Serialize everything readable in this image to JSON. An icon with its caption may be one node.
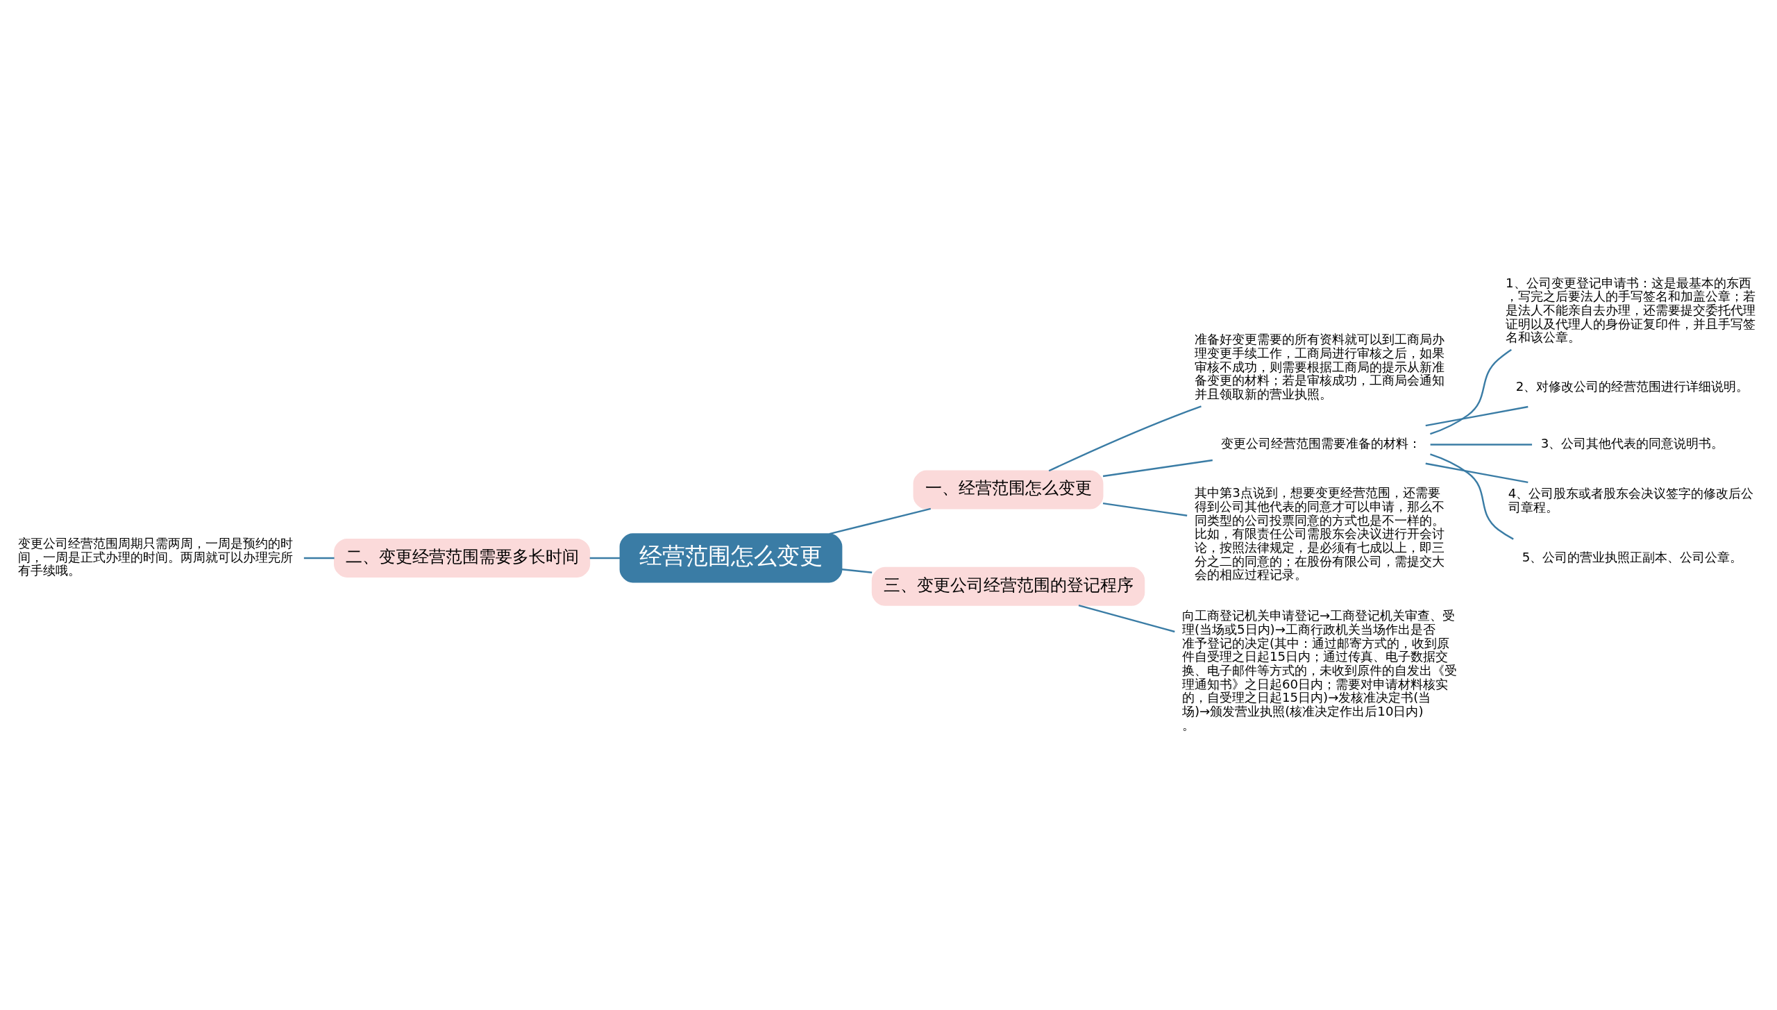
{
  "diagram": {
    "nodes": [
      {
        "text": [
          "经营范围怎么变更"
        ]
      },
      {
        "text": [
          "一、经营范围怎么变更"
        ]
      },
      {
        "text": [
          "准备好变更需要的所有资料就可以到工商局办理变更手续工作，工商局进行审核之后，如果审核不成功，则需要根据工商局的提示从新准备变更的材料；若是审核成功，工商局会通知并且领取新的营业执照。"
        ]
      },
      {
        "text": [
          "变更公司经营范围需要准备的材料："
        ]
      },
      {
        "text": [
          "1、公司变更登记申请书：这是最基本的东西，写完之后要法人的手写签名和加盖公章；若是法人不能亲自去办理，还需要提交委托代理证明以及代理人的身份证复印件，并且手写签名和该公章。"
        ]
      },
      {
        "text": [
          "2、对修改公司的经营范围进行详细说明。"
        ]
      },
      {
        "text": [
          "3、公司其他代表的同意说明书。"
        ]
      },
      {
        "text": [
          "4、公司股东或者股东会决议签字的修改后公司章程。"
        ]
      },
      {
        "text": [
          "5、公司的营业执照正副本、公司公章。"
        ]
      },
      {
        "text": [
          "其中第3点说到，想要变更经营范围，还需要得到公司其他代表的同意才可以申请，那么不同类型的公司投票同意的方式也是不一样的。比如，有限责任公司需股东会决议进行开会讨论，按照法律规定，是必须有七成以上，即三分之二的同意的；在股份有限公司，需提交大会的相应过程记录。"
        ]
      },
      {
        "text": [
          "二、变更经营范围需要多长时间"
        ]
      },
      {
        "text": [
          "变更公司经营范围周期只需两周，一周是预约的时间，一周是正式办理的时间。两周就可以办理完所有手续哦。"
        ]
      },
      {
        "text": [
          "三、变更公司经营范围的登记程序"
        ]
      },
      {
        "text": [
          "向工商登记机关申请登记→工商登记机关审查、受理(当场或5日内)→工商行政机关当场作出是否准予登记的决定(其中：通过邮寄方式的，收到原件自受理之日起15日内；通过传真、电子数据交换、电子邮件等方式的，未收到原件的自发出《受理通知书》之日起60日内；需要对申请材料核实的，自受理之日起15日内)→发核准决定书(当场)→颁发营业执照(核准决定作出后10日内)。"
        ]
      }
    ],
    "edges": [
      {
        "from": 0,
        "to": 1,
        "arrow": "none"
      },
      {
        "from": 1,
        "to": 2,
        "arrow": "none"
      },
      {
        "from": 1,
        "to": 3,
        "arrow": "none"
      },
      {
        "from": 3,
        "to": 4,
        "arrow": "none"
      },
      {
        "from": 3,
        "to": 5,
        "arrow": "none"
      },
      {
        "from": 3,
        "to": 6,
        "arrow": "none"
      },
      {
        "from": 3,
        "to": 7,
        "arrow": "none"
      },
      {
        "from": 3,
        "to": 8,
        "arrow": "none"
      },
      {
        "from": 1,
        "to": 9,
        "arrow": "none"
      },
      {
        "from": 11,
        "to": 10,
        "arrow": "none"
      },
      {
        "from": 10,
        "to": 0,
        "arrow": "none"
      },
      {
        "from": 0,
        "to": 12,
        "arrow": "none"
      },
      {
        "from": 12,
        "to": 13,
        "arrow": "none"
      }
    ]
  }
}
